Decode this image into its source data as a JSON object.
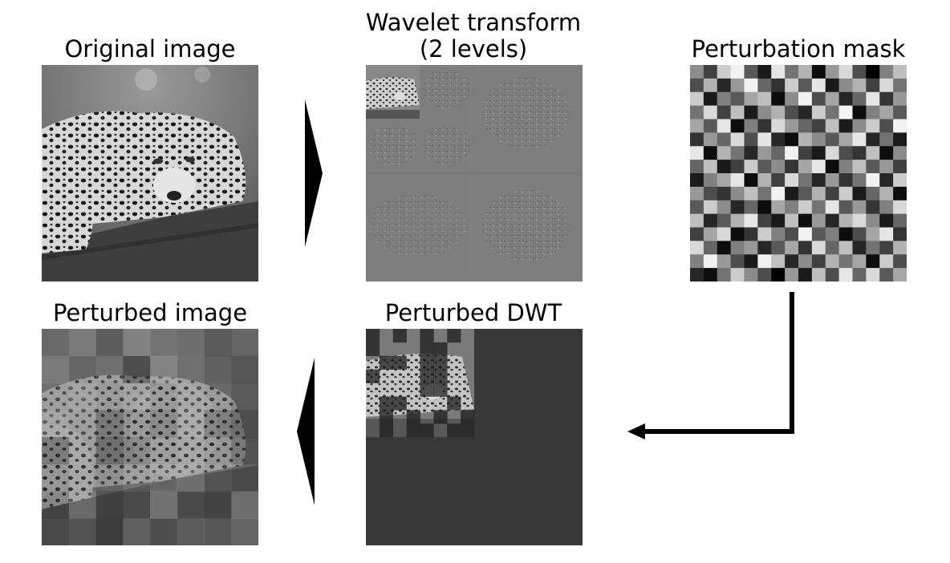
{
  "titles": {
    "original": "Original image",
    "wavelet_line1": "Wavelet transform",
    "wavelet_line2": "(2 levels)",
    "mask": "Perturbation mask",
    "perturbed_image": "Perturbed image",
    "perturbed_dwt": "Perturbed DWT"
  },
  "mask_levels": [
    [
      0.55,
      0.25,
      0.8,
      0.95,
      0.35,
      0.1,
      0.9,
      0.45,
      0.7,
      0.05,
      0.6,
      0.85,
      0.3,
      0.0,
      0.5,
      0.75
    ],
    [
      0.3,
      0.7,
      0.15,
      0.6,
      0.95,
      0.4,
      0.2,
      0.8,
      0.35,
      0.9,
      0.1,
      0.55,
      0.7,
      0.25,
      0.85,
      0.45
    ],
    [
      0.8,
      0.1,
      0.5,
      0.35,
      0.65,
      0.75,
      0.05,
      0.55,
      0.95,
      0.3,
      0.65,
      0.15,
      0.4,
      0.9,
      0.2,
      0.6
    ],
    [
      0.45,
      0.85,
      0.25,
      0.75,
      0.1,
      0.55,
      0.7,
      0.3,
      0.15,
      0.8,
      0.45,
      0.95,
      0.05,
      0.5,
      0.65,
      0.35
    ],
    [
      0.65,
      0.35,
      0.9,
      0.05,
      0.5,
      0.2,
      0.85,
      0.6,
      0.4,
      0.25,
      0.75,
      0.1,
      0.55,
      0.8,
      0.3,
      0.95
    ],
    [
      0.2,
      0.6,
      0.4,
      0.85,
      0.3,
      0.9,
      0.15,
      0.05,
      0.7,
      0.55,
      0.35,
      0.65,
      0.9,
      0.15,
      0.45,
      0.1
    ],
    [
      0.9,
      0.05,
      0.7,
      0.45,
      0.15,
      0.6,
      0.4,
      0.95,
      0.25,
      0.1,
      0.85,
      0.3,
      0.2,
      0.75,
      0.05,
      0.55
    ],
    [
      0.4,
      0.75,
      0.1,
      0.25,
      0.8,
      0.35,
      0.55,
      0.2,
      0.65,
      0.9,
      0.05,
      0.5,
      0.75,
      0.35,
      0.6,
      0.25
    ],
    [
      0.1,
      0.5,
      0.65,
      0.9,
      0.05,
      0.7,
      0.25,
      0.85,
      0.45,
      0.15,
      0.6,
      0.2,
      0.45,
      0.95,
      0.15,
      0.8
    ],
    [
      0.6,
      0.3,
      0.2,
      0.55,
      0.75,
      0.45,
      0.95,
      0.1,
      0.35,
      0.7,
      0.25,
      0.8,
      0.1,
      0.4,
      0.7,
      0.05
    ],
    [
      0.35,
      0.8,
      0.55,
      0.15,
      0.4,
      0.05,
      0.65,
      0.5,
      0.8,
      0.45,
      0.9,
      0.35,
      0.6,
      0.2,
      0.5,
      0.85
    ],
    [
      0.75,
      0.15,
      0.35,
      0.7,
      0.9,
      0.25,
      0.1,
      0.75,
      0.05,
      0.6,
      0.15,
      0.7,
      0.85,
      0.55,
      0.1,
      0.4
    ],
    [
      0.25,
      0.65,
      0.85,
      0.05,
      0.2,
      0.8,
      0.5,
      0.3,
      0.95,
      0.35,
      0.5,
      0.05,
      0.3,
      0.65,
      0.9,
      0.2
    ],
    [
      0.85,
      0.4,
      0.05,
      0.5,
      0.6,
      0.15,
      0.35,
      0.65,
      0.2,
      0.85,
      0.4,
      0.75,
      0.15,
      0.45,
      0.25,
      0.7
    ],
    [
      0.5,
      0.95,
      0.6,
      0.3,
      0.1,
      0.95,
      0.75,
      0.15,
      0.55,
      0.25,
      0.7,
      0.45,
      0.65,
      0.05,
      0.8,
      0.3
    ],
    [
      0.15,
      0.05,
      0.45,
      0.8,
      0.55,
      0.3,
      0.0,
      0.6,
      0.1,
      0.75,
      0.3,
      0.9,
      0.4,
      0.85,
      0.35,
      0.65
    ]
  ]
}
